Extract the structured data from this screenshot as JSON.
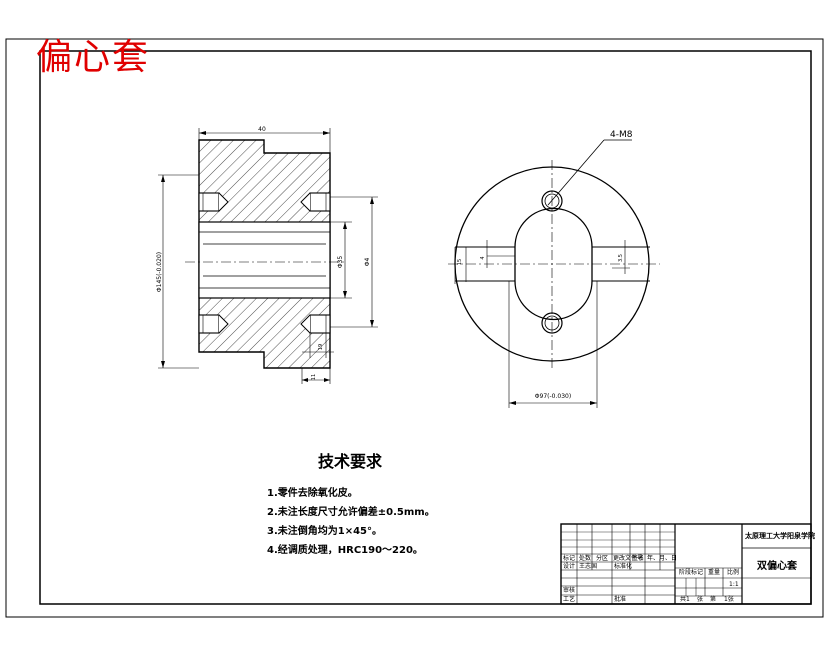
{
  "drawing": {
    "title_red": "偏心套",
    "thread_callout": "4-M8",
    "dims": {
      "width_top": "40",
      "dia_left": "Φ145(-0.020)",
      "dia_bore": "Φ35",
      "dia_center": "Φ4",
      "step": "19",
      "bottom_offset": "11",
      "right_base": "Φ97(-0.030)",
      "right_small_a": "15",
      "right_small_b": "4",
      "right_small_c": "3.5"
    }
  },
  "tech_requirements": {
    "title": "技术要求",
    "items": [
      "1.零件去除氧化皮。",
      "2.未注长度尺寸允许偏差±0.5mm。",
      "3.未注倒角均为1×45°。",
      "4.经调质处理，HRC190～220。"
    ]
  },
  "title_block": {
    "school": "太原理工大学阳泉学院",
    "part_name": "双偏心套",
    "header_cells": [
      "标记",
      "处数",
      "分区",
      "更改文件号",
      "签名",
      "年、月、日"
    ],
    "row_design": [
      "设计",
      "王志国",
      "标准化"
    ],
    "row_review": "审核",
    "row_process": "工艺",
    "row_approve": "批准",
    "stage_labels": [
      "阶段标记",
      "重量",
      "比例"
    ],
    "scale": "1:1",
    "sheet_info": [
      "共1",
      "张",
      "第",
      "1张"
    ]
  }
}
